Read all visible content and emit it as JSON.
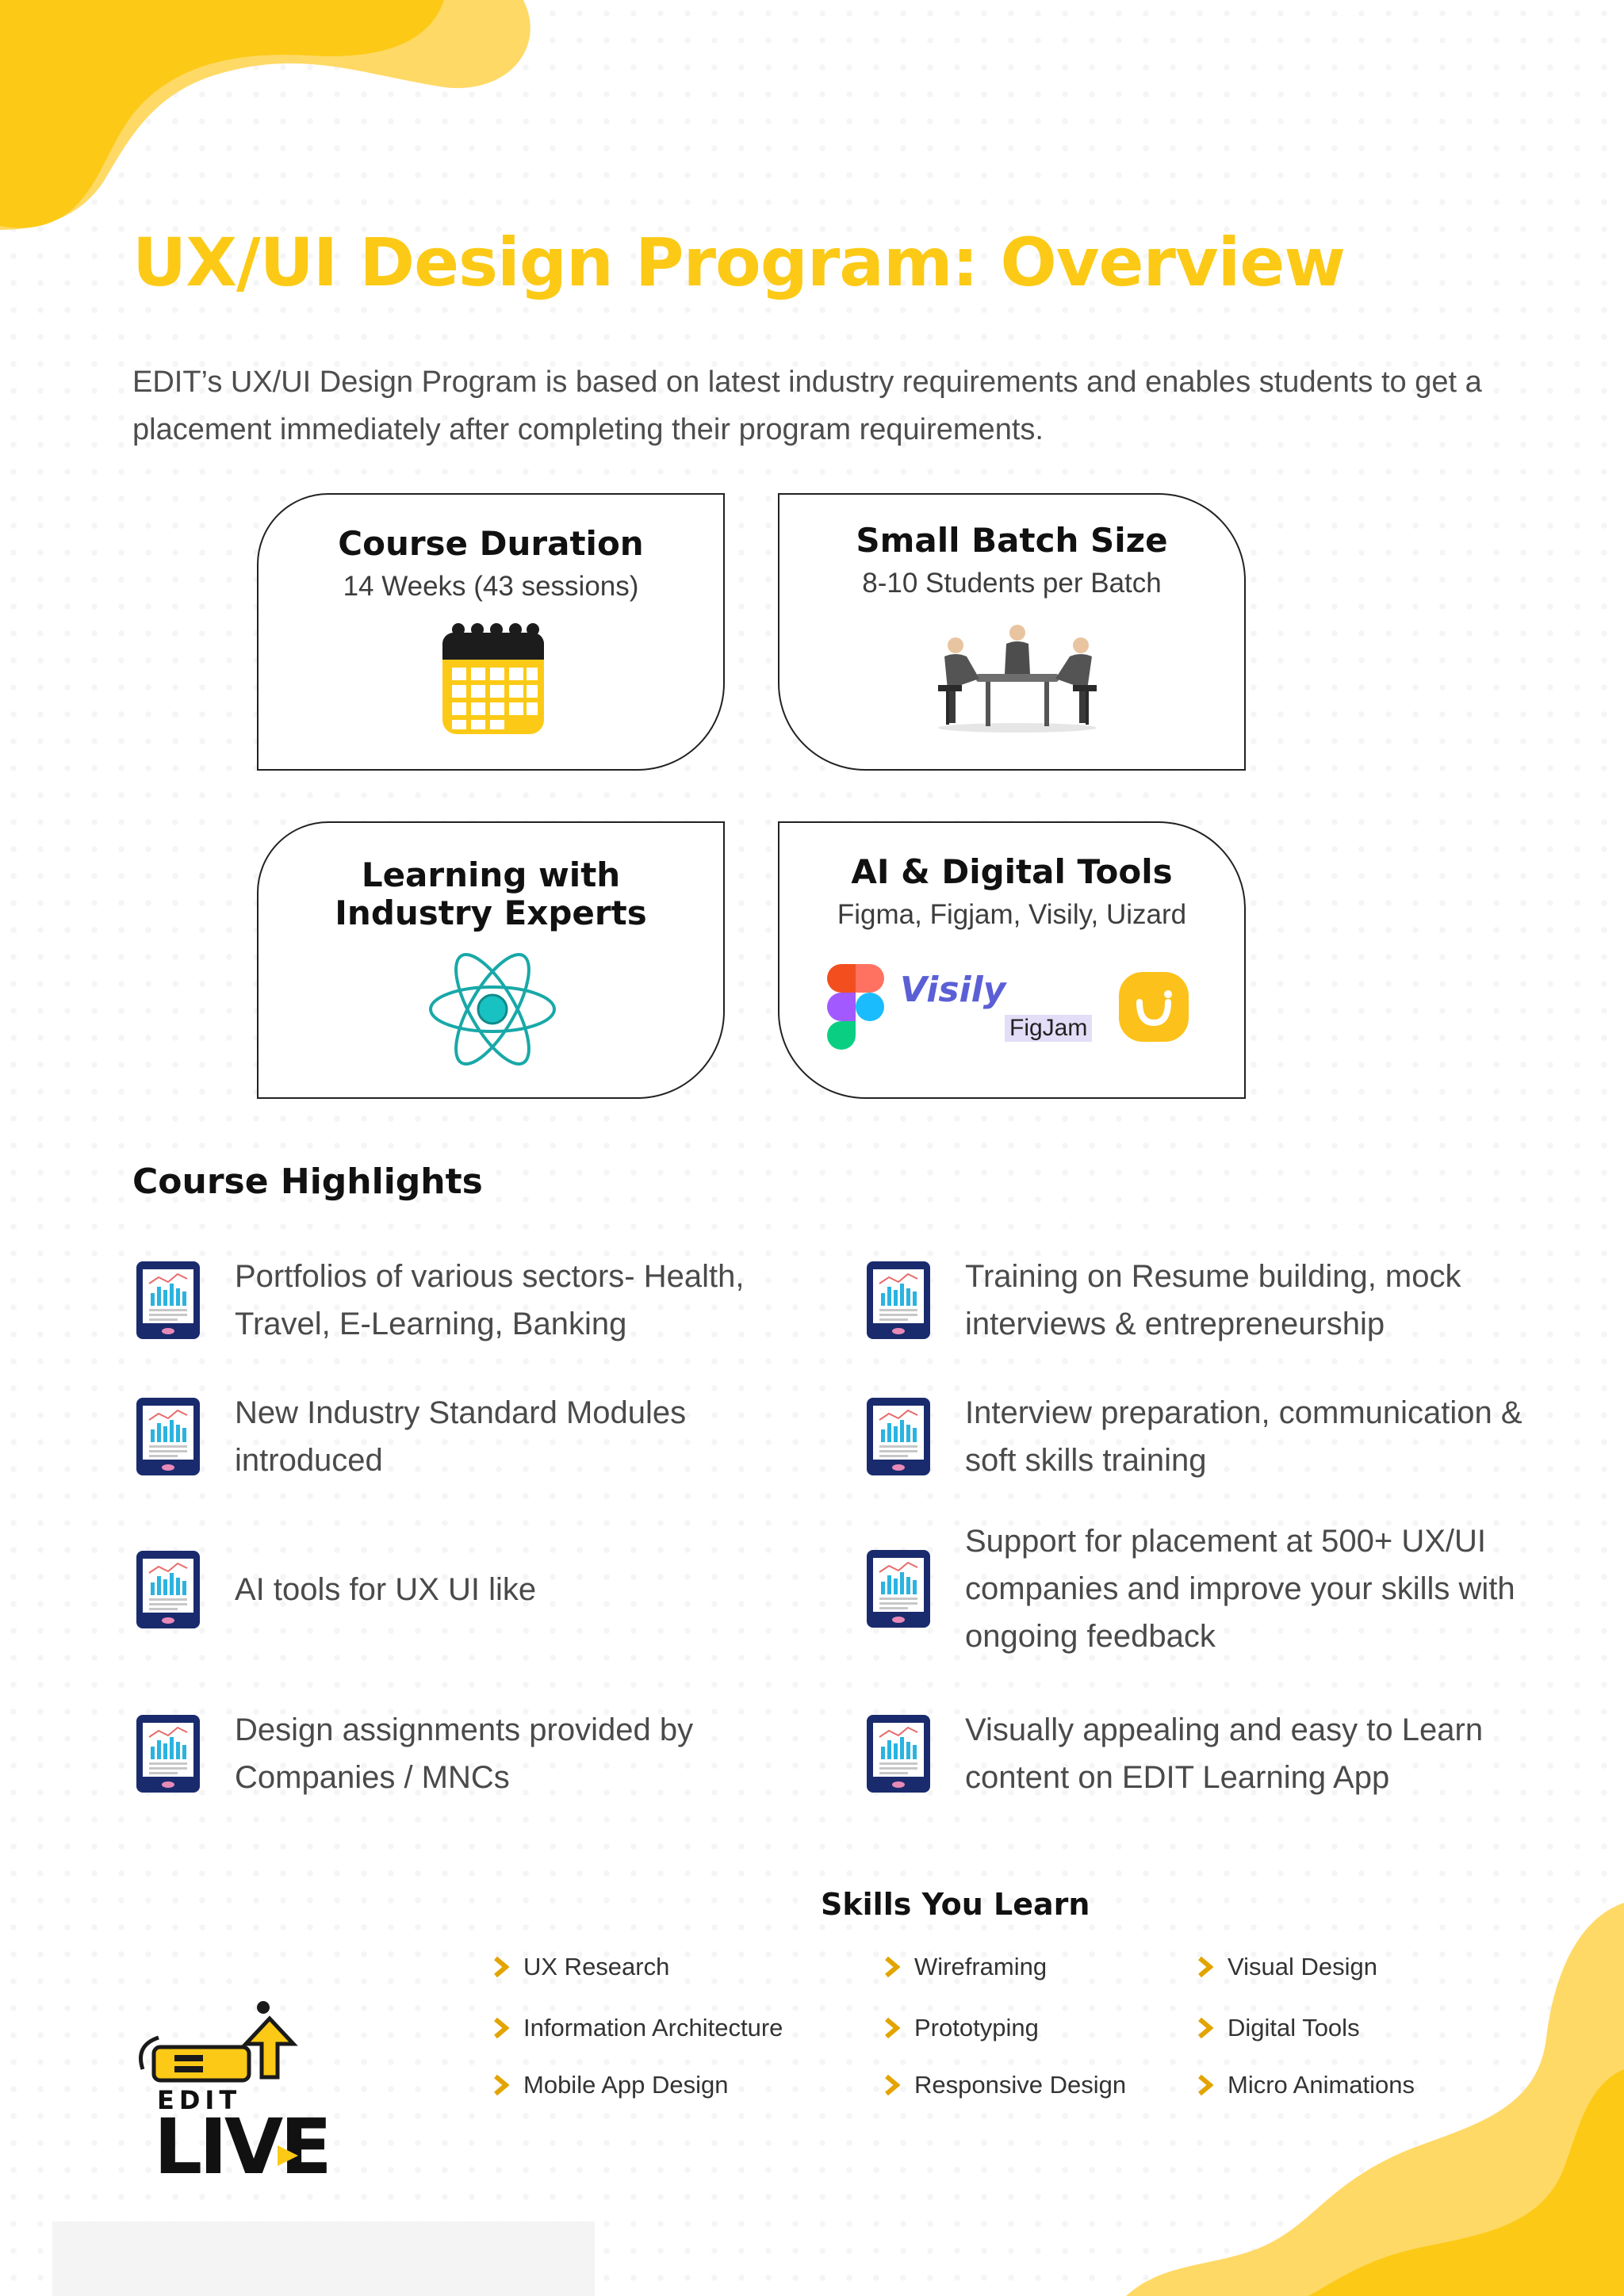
{
  "colors": {
    "accent": "#fcca16",
    "accent_light": "#ffd966",
    "heading": "#111111",
    "text": "#4a4a4a"
  },
  "title": "UX/UI Design Program: Overview",
  "intro": "EDIT’s UX/UI Design Program is based on latest industry requirements and  enables students to get a placement immediately after completing their program requirements.",
  "cards": [
    {
      "title": "Course Duration",
      "subtitle": "14 Weeks (43 sessions)",
      "icon": "calendar-icon"
    },
    {
      "title": "Small Batch Size",
      "subtitle": "8-10 Students per Batch",
      "icon": "meeting-people-icon"
    },
    {
      "title_line1": "Learning with",
      "title_line2": "Industry Experts",
      "icon": "atom-icon"
    },
    {
      "title": "AI & Digital Tools",
      "subtitle": "Figma, Figjam, Visily, Uizard",
      "icon": "tool-logos",
      "logos": {
        "visily": "Visily",
        "figjam": "FigJam"
      }
    }
  ],
  "highlights": {
    "heading": "Course Highlights",
    "icon": "tablet-chart-icon",
    "left": [
      "Portfolios of various sectors- Health, Travel, E-Learning, Banking",
      "New Industry Standard Modules introduced",
      "AI tools for UX UI like",
      "Design assignments provided by Companies / MNCs"
    ],
    "right": [
      "Training on Resume building, mock interviews & entrepreneurship",
      "Interview preparation, communication & soft skills training",
      "Support for placement at 500+ UX/UI companies and improve your skills with ongoing feedback",
      "Visually appealing and easy to Learn content on EDIT Learning App"
    ]
  },
  "skills": {
    "heading": "Skills You Learn",
    "col1": [
      "UX Research",
      "Information Architecture",
      "Mobile App Design"
    ],
    "col2": [
      "Wireframing",
      "Prototyping",
      "Responsive Design"
    ],
    "col3": [
      "Visual Design",
      "Digital Tools",
      "Micro Animations"
    ]
  },
  "logo": {
    "line1": "EDIT",
    "line2": "LIVE",
    "icon": "edit-live-logo"
  }
}
